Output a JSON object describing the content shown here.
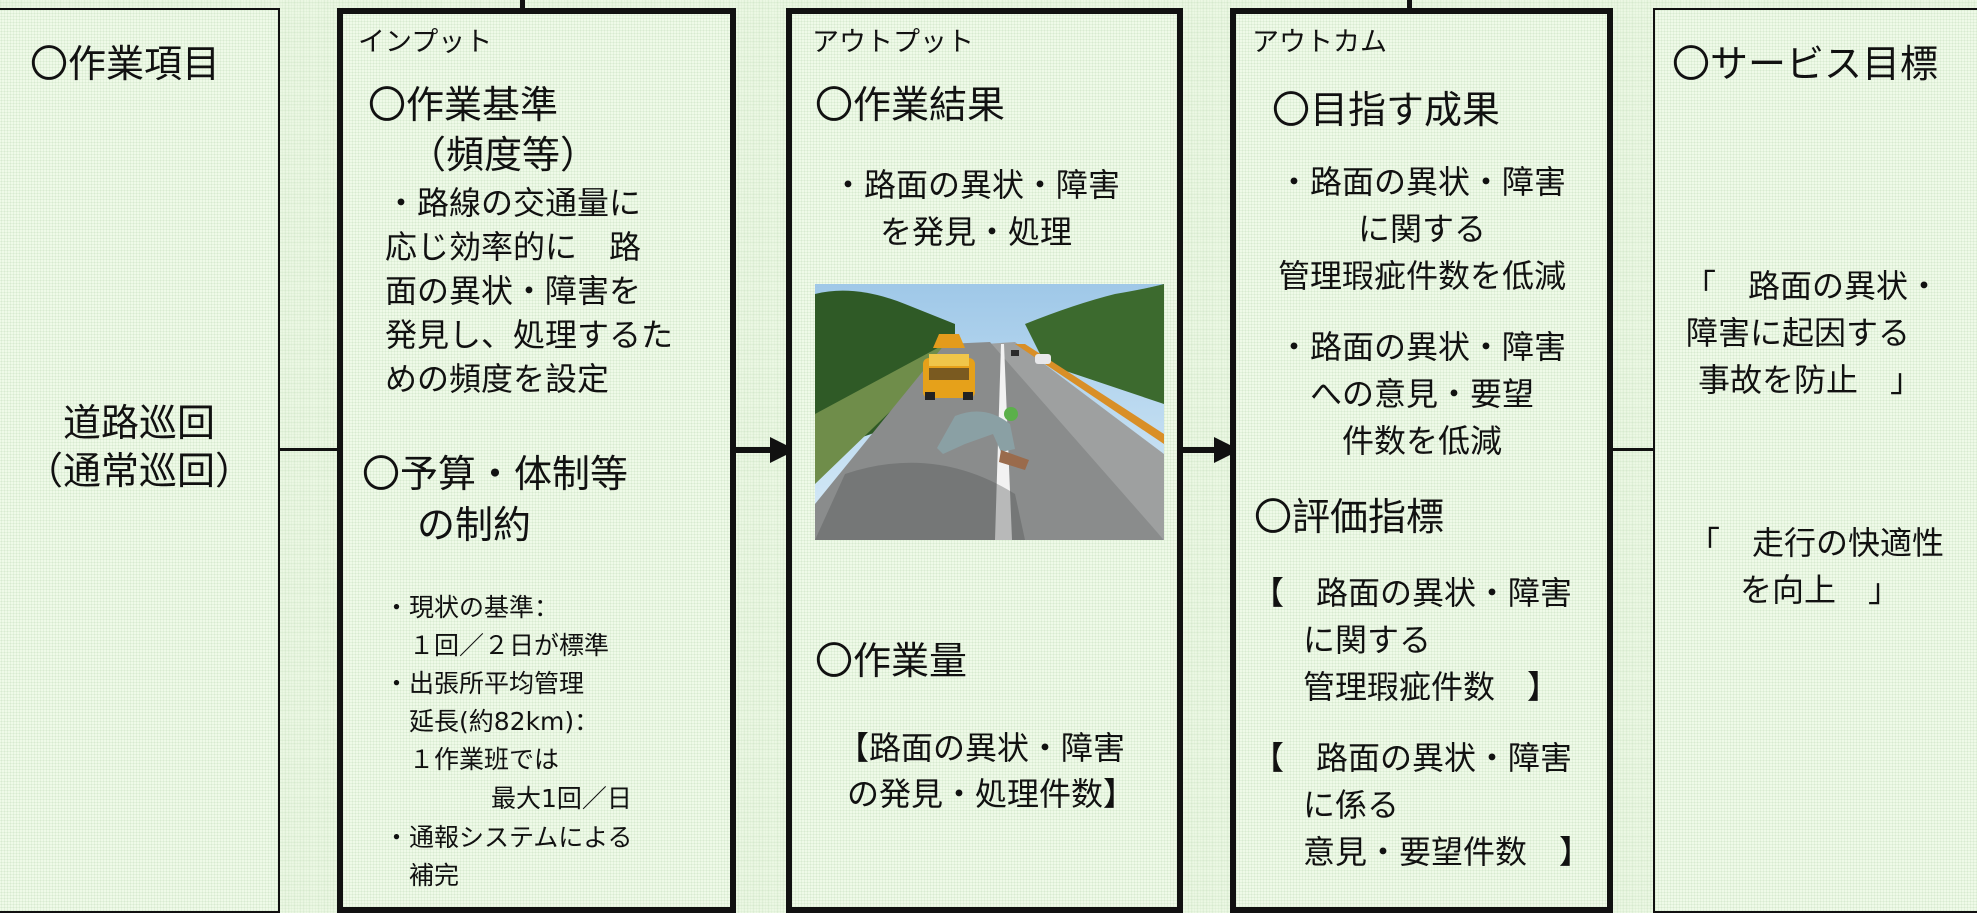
{
  "work_item": {
    "heading": "〇作業項目",
    "name_line1": "道路巡回",
    "name_line2": "（通常巡回）"
  },
  "input": {
    "label": "インプット",
    "standard_heading": "〇作業基準",
    "standard_sub": "（頻度等）",
    "standard_desc": [
      "・路線の交通量に",
      "応じ効率的に　路",
      "面の異状・障害を",
      "発見し、処理するた",
      "めの頻度を設定"
    ],
    "constraint_heading_1": "〇予算・体制等",
    "constraint_heading_2": "の制約",
    "notes": [
      "・現状の基準：",
      "　１回／２日が標準",
      "・出張所平均管理",
      "　延長(約82km)：",
      "　１作業班では",
      "最大1回／日",
      "・通報システムによる",
      "　補完"
    ]
  },
  "output": {
    "label": "アウトプット",
    "result_heading": "〇作業結果",
    "result_desc_1": "・路面の異状・障害",
    "result_desc_2": "を発見・処理",
    "volume_heading": "〇作業量",
    "volume_desc_1": "【路面の異状・障害",
    "volume_desc_2": "の発見・処理件数】"
  },
  "outcome": {
    "label": "アウトカム",
    "goal_heading": "〇目指す成果",
    "goal1": [
      "・路面の異状・障害",
      "に関する",
      "管理瑕疵件数を低減"
    ],
    "goal2": [
      "・路面の異状・障害",
      "への意見・要望",
      "件数を低減"
    ],
    "indicator_heading": "〇評価指標",
    "indicator1": [
      "【　路面の異状・障害",
      "に関する",
      "管理瑕疵件数　】"
    ],
    "indicator2": [
      "【　路面の異状・障害",
      "に係る",
      "意見・要望件数　】"
    ]
  },
  "service": {
    "heading": "〇サービス目標",
    "goal1": [
      "「　路面の異状・",
      "障害に起因する",
      "事故を防止　」"
    ],
    "goal2": [
      "「　走行の快適性",
      "を向上　」"
    ]
  },
  "colors": {
    "background": "#ecf8e4",
    "border": "#111111"
  }
}
